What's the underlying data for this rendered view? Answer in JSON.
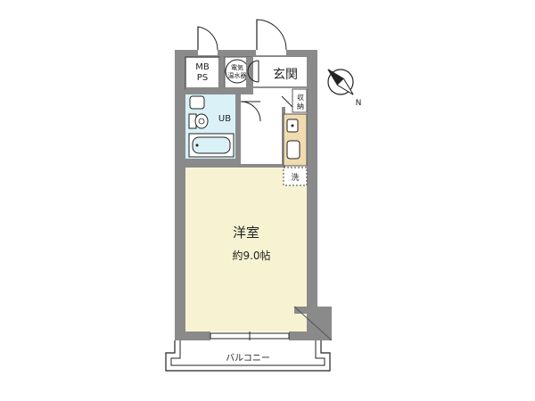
{
  "labels": {
    "mbps_line1": "MB",
    "mbps_line2": "PS",
    "water_heater_line1": "電気",
    "water_heater_line2": "温水器",
    "genkan": "玄関",
    "storage_line1": "収",
    "storage_line2": "納",
    "unit_bath": "UB",
    "laundry": "洗",
    "western_room": "洋室",
    "room_size": "約9.0帖",
    "balcony": "バルコニー"
  },
  "compass": {
    "north_label": "N"
  },
  "colors": {
    "wall": "#8a8a8a",
    "wall_dark": "#555555",
    "room_floor": "#f7f3d2",
    "bath_floor": "#d9f1f7",
    "kitchen_counter": "#f0dcb0",
    "line": "#222222"
  },
  "icons": [
    "toilet-icon",
    "sink-icon",
    "bathtub-icon",
    "kitchen-sink-icon",
    "stove-icon",
    "compass-icon"
  ]
}
